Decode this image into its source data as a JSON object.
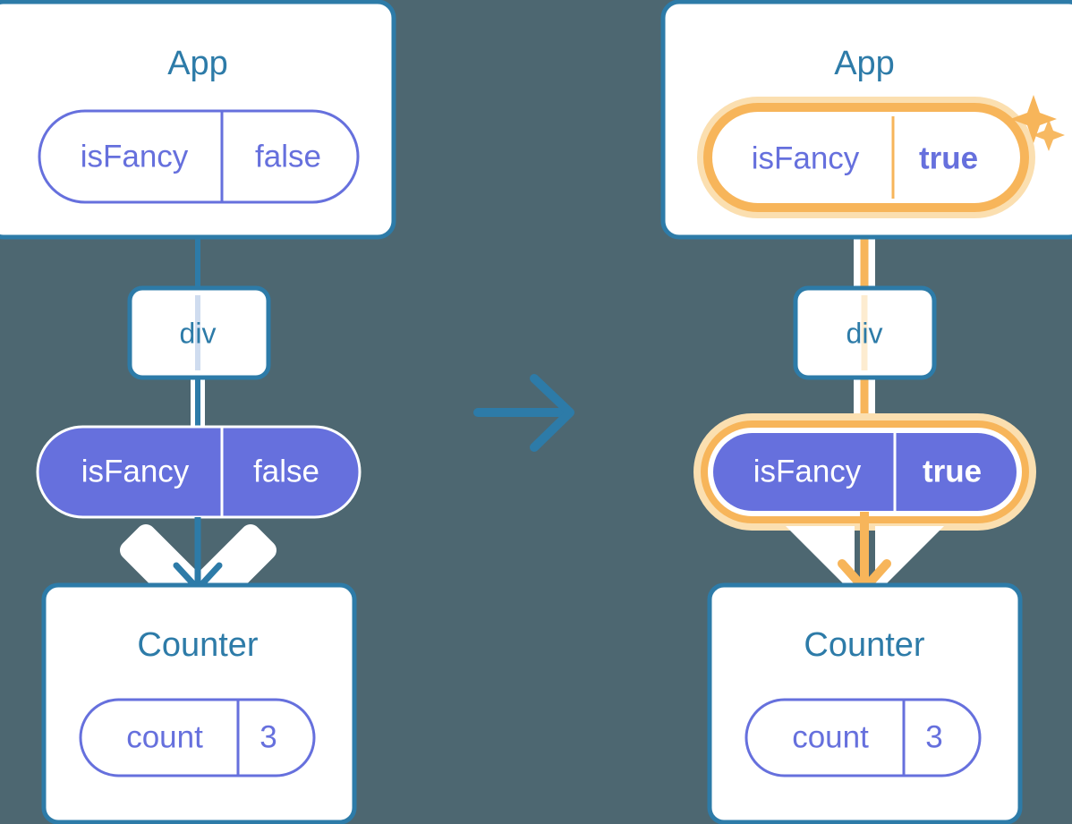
{
  "meta": {
    "background_color": "#4d6771",
    "card_fill": "#ffffff",
    "card_border_color": "#2d7ba8",
    "title_color": "#2d7ba8",
    "pill_outline_color": "#6670dd",
    "pill_solid_fill": "#6670dd",
    "pill_solid_text_color": "#ffffff",
    "highlight_color": "#f7b55a",
    "highlight_glow_color": "#fbdfb0",
    "arrow_blue_color": "#2d7ba8",
    "arrow_white_color": "#ffffff",
    "line_faded_color": "#cfdcef"
  },
  "left_panel": {
    "name": "before-state",
    "app_card": {
      "title": "App",
      "state_pill": {
        "key": "isFancy",
        "value": "false",
        "style": "outline",
        "highlighted": false
      }
    },
    "div_node": {
      "label": "div"
    },
    "props_pill": {
      "key": "isFancy",
      "value": "false",
      "style": "solid",
      "highlighted": false
    },
    "counter_card": {
      "title": "Counter",
      "state_pill": {
        "key": "count",
        "value": "3",
        "style": "outline",
        "highlighted": false
      }
    }
  },
  "transition": {
    "icon": "arrow-right-icon",
    "color": "#2d7ba8"
  },
  "right_panel": {
    "name": "after-state",
    "app_card": {
      "title": "App",
      "state_pill": {
        "key": "isFancy",
        "value": "true",
        "style": "outline",
        "highlighted": true,
        "value_bold": true
      },
      "sparkles": [
        "sparkle-large",
        "sparkle-small"
      ]
    },
    "div_node": {
      "label": "div"
    },
    "props_pill": {
      "key": "isFancy",
      "value": "true",
      "style": "solid",
      "highlighted": true,
      "value_bold": true
    },
    "counter_card": {
      "title": "Counter",
      "state_pill": {
        "key": "count",
        "value": "3",
        "style": "outline",
        "highlighted": false
      }
    }
  }
}
